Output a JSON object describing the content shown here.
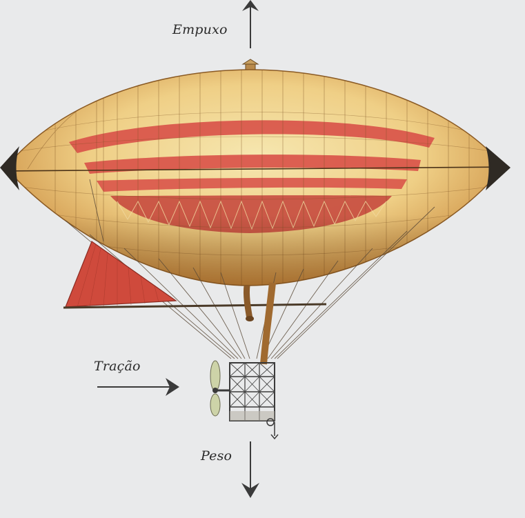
{
  "labels": {
    "lift": "Empuxo",
    "thrust": "Tração",
    "weight": "Peso"
  },
  "colors": {
    "background": "#e9eaeb",
    "envelope_light": "#f4dfa2",
    "envelope_dark": "#cf9648",
    "stripe": "#d9544a",
    "sail": "#cf4a3c",
    "arrow": "#3a3a3a"
  }
}
